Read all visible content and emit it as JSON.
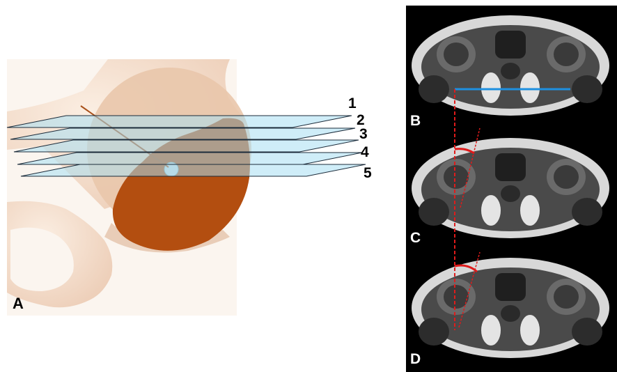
{
  "panel_a": {
    "label": "A",
    "plane_labels": [
      "1",
      "2",
      "3",
      "4",
      "5"
    ]
  },
  "mri": {
    "labels": [
      "B",
      "C",
      "D"
    ]
  },
  "colors": {
    "bone": "#f6e0cf",
    "bone_shadow": "#e6c4ab",
    "femoral_head": "#b34e10",
    "acetabulum": "#e9c2a2",
    "plane": "#a8dff3",
    "blue_line": "#1e90e0",
    "red_line": "#e01b1b"
  }
}
